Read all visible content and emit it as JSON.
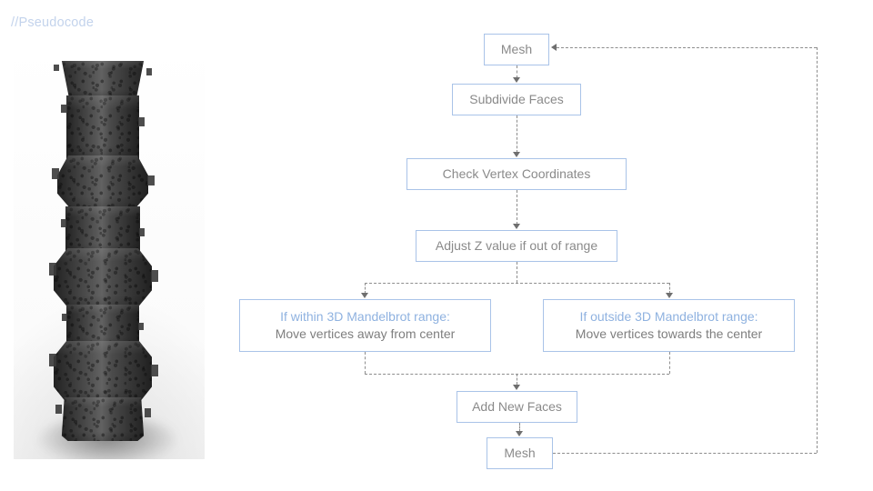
{
  "page": {
    "title_label": "//Pseudocode",
    "background_color": "#ffffff",
    "accent_color": "#a9c3e8",
    "text_color": "#8a8a8a",
    "blue_text_color": "#8fb2e0",
    "connector_color": "#8d8d8d"
  },
  "render_panel": {
    "name": "3d-fractal-mesh-render",
    "description": "Dark grey fractal-displaced cylindrical mesh column on white backdrop",
    "object_color": "#3b3b3b"
  },
  "flowchart": {
    "nodes": [
      {
        "id": "mesh-top",
        "label": "Mesh"
      },
      {
        "id": "subdivide",
        "label": "Subdivide Faces"
      },
      {
        "id": "check-vertex",
        "label": "Check Vertex Coordinates"
      },
      {
        "id": "adjust-z",
        "label": "Adjust Z value if out of range"
      },
      {
        "id": "within",
        "line1": "If within 3D Mandelbrot range:",
        "line2": "Move vertices away from center"
      },
      {
        "id": "outside",
        "line1": "If outside 3D Mandelbrot range:",
        "line2": "Move vertices towards the center"
      },
      {
        "id": "add-faces",
        "label": "Add New Faces"
      },
      {
        "id": "mesh-bottom",
        "label": "Mesh"
      }
    ],
    "edges": [
      {
        "from": "mesh-top",
        "to": "subdivide",
        "style": "dashed-arrow"
      },
      {
        "from": "subdivide",
        "to": "check-vertex",
        "style": "dashed-arrow"
      },
      {
        "from": "check-vertex",
        "to": "adjust-z",
        "style": "dashed-arrow"
      },
      {
        "from": "adjust-z",
        "to": "within",
        "style": "dashed-arrow-branch"
      },
      {
        "from": "adjust-z",
        "to": "outside",
        "style": "dashed-arrow-branch"
      },
      {
        "from": "within",
        "to": "add-faces",
        "style": "dashed-arrow-merge"
      },
      {
        "from": "outside",
        "to": "add-faces",
        "style": "dashed-arrow-merge"
      },
      {
        "from": "add-faces",
        "to": "mesh-bottom",
        "style": "dashed-arrow"
      },
      {
        "from": "mesh-bottom",
        "to": "mesh-top",
        "style": "dashed-feedback-loop"
      }
    ]
  }
}
